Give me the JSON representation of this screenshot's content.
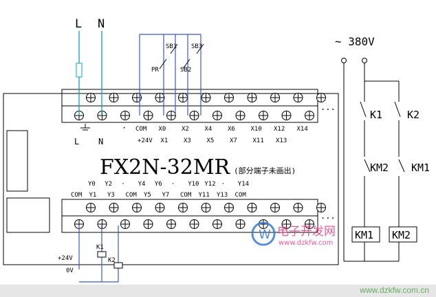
{
  "power": {
    "line_label": "L",
    "neutral_label": "N",
    "ac_label": "~ 380V"
  },
  "switches": {
    "sb1": "SB1",
    "sb3": "SB3",
    "pr": "PR",
    "sb2": "SB2"
  },
  "inputs_top": [
    "COM",
    "X0",
    "X2",
    "X4",
    "X6",
    "X10",
    "X12",
    "X14"
  ],
  "inputs_bottom": [
    "+24V",
    "X1",
    "X3",
    "X5",
    "X7",
    "X11",
    "X13"
  ],
  "left_terms": {
    "l": "L",
    "n": "N",
    "dot": "·"
  },
  "model": {
    "name": "FX2N-32MR",
    "note": "(部分端子未画出)"
  },
  "outputs_top": [
    "Y0",
    "Y2",
    "·",
    "Y4",
    "Y6",
    "·",
    "Y10",
    "Y12",
    "·",
    "Y14"
  ],
  "outputs_bottom": [
    "COM",
    "Y1",
    "Y3",
    "COM",
    "Y5",
    "Y7",
    "COM",
    "Y11",
    "Y13",
    "COM"
  ],
  "relays": {
    "k1": "K1",
    "k2": "K2",
    "km1": "KM1",
    "km2": "KM2"
  },
  "supply": {
    "v24": "+24V",
    "v0": "0V"
  },
  "ellipsis": "...",
  "watermark": {
    "cn": "电子开发网",
    "url": "www.dzkfw.com",
    "footer": "www.dzkfw.com.cn"
  },
  "colors": {
    "wire_cyan": "#0aa6b8",
    "wire_blue": "#3b56c8",
    "ink": "#000000"
  }
}
